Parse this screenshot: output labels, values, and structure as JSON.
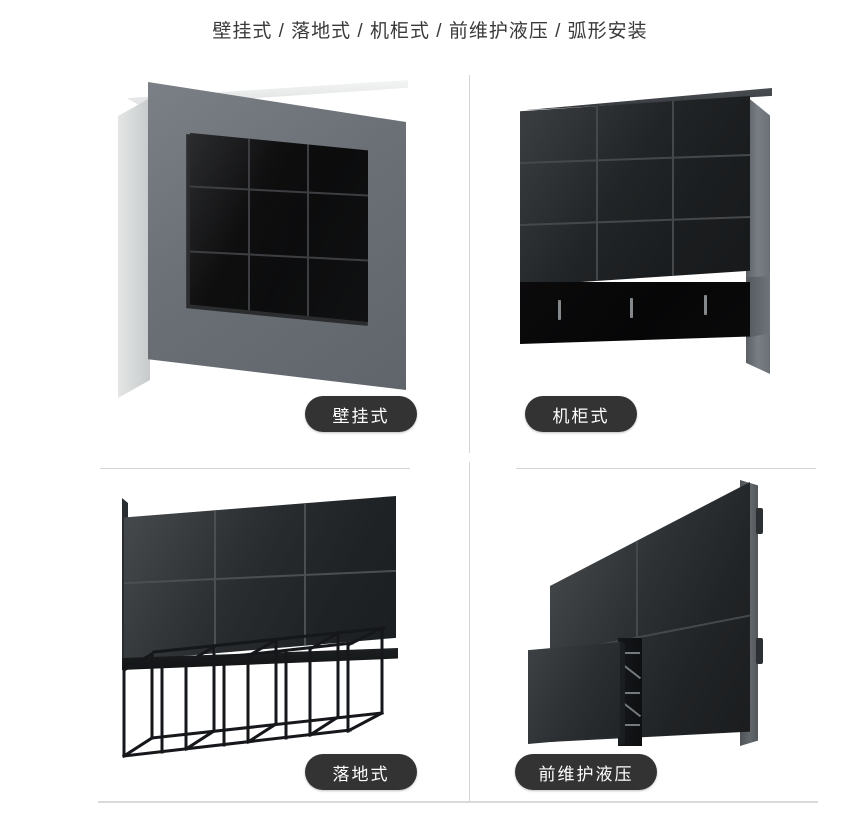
{
  "header": {
    "text": "壁挂式 / 落地式 / 机柜式 / 前维护液压 / 弧形安装",
    "items": [
      "壁挂式",
      "落地式",
      "机柜式",
      "前维护液压",
      "弧形安装"
    ],
    "separator": "/"
  },
  "panels": [
    {
      "id": "wall-mount",
      "badge": "壁挂式",
      "illustration": "video wall of 3x3 displays recessed into a gray wall, perspective view",
      "screen_grid": {
        "rows": 3,
        "cols": 3
      }
    },
    {
      "id": "cabinet",
      "badge": "机柜式",
      "illustration": "3x3 video wall on a black base cabinet with three vertical handles",
      "screen_grid": {
        "rows": 3,
        "cols": 3
      },
      "handles": 3
    },
    {
      "id": "floor-stand",
      "badge": "落地式",
      "illustration": "video wall on an open tubular metal floor frame",
      "screen_grid": {
        "rows": 2,
        "cols": 3
      }
    },
    {
      "id": "front-maintenance-hydraulic",
      "badge": "前维护液压",
      "illustration": "video wall with one panel swung open on a hydraulic arm exposing the internal truss bracket",
      "screen_grid": {
        "rows": 2,
        "cols": 2
      }
    }
  ],
  "colors": {
    "background": "#ffffff",
    "header_text": "#3a3a3a",
    "badge_background": "#333333",
    "badge_text": "#ffffff",
    "divider": "#d3d3d3",
    "wall_face": "#6a7076",
    "wall_side": "#d8dada",
    "screen_dark": "#101112",
    "cabinet_base": "#080809",
    "frame_metal": "#1a1c1e",
    "handle_silver": "#9aa0a4"
  }
}
